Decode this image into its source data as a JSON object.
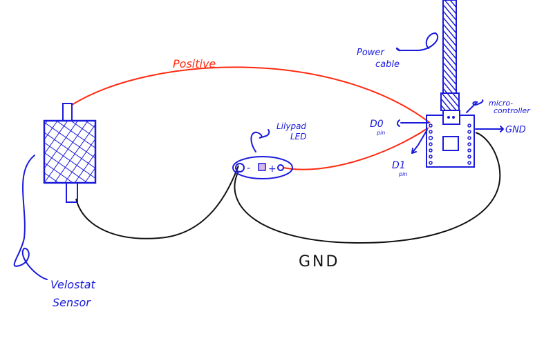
{
  "labels": {
    "positive": "Positive",
    "power_cable_line1": "Power",
    "power_cable_line2": "cable",
    "microcontroller_line1": "micro-",
    "microcontroller_line2": "controller",
    "d0": "D0",
    "d0_pin": "pin",
    "d1": "D1",
    "d1_pin": "pin",
    "gnd_pin": "GND",
    "lilypad_line1": "Lilypad",
    "lilypad_line2": "LED",
    "led_minus": "-",
    "led_plus": "+",
    "gnd_wire": "GND",
    "velostat_line1": "Velostat",
    "velostat_line2": "Sensor"
  },
  "colors": {
    "ink": "#1a1adc",
    "positive_wire": "#ff2a10",
    "ground_wire": "#111111"
  }
}
